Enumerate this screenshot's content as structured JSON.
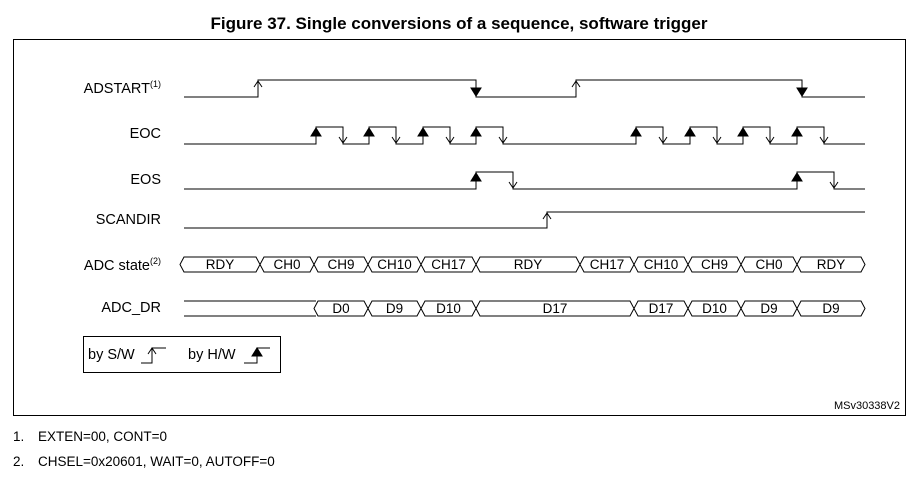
{
  "title": "Figure 37. Single conversions of a sequence, software trigger",
  "signals": {
    "adstart": {
      "name": "ADSTART",
      "note": "(1)"
    },
    "eoc": {
      "name": "EOC"
    },
    "eos": {
      "name": "EOS"
    },
    "scandir": {
      "name": "SCANDIR"
    },
    "adc_state": {
      "name": "ADC state",
      "note": "(2)"
    },
    "adc_dr": {
      "name": "ADC_DR"
    }
  },
  "adc_state_values": [
    "RDY",
    "CH0",
    "CH9",
    "CH10",
    "CH17",
    "RDY",
    "CH17",
    "CH10",
    "CH9",
    "CH0",
    "RDY"
  ],
  "adc_dr_values": [
    "D0",
    "D9",
    "D10",
    "D17",
    "D17",
    "D10",
    "D9",
    "D9"
  ],
  "legend": {
    "sw": "by S/W",
    "hw": "by H/W"
  },
  "reference": "MSv30338V2",
  "notes": [
    {
      "num": "1.",
      "text": "EXTEN=00, CONT=0"
    },
    {
      "num": "2.",
      "text": "CHSEL=0x20601, WAIT=0, AUTOFF=0"
    }
  ]
}
